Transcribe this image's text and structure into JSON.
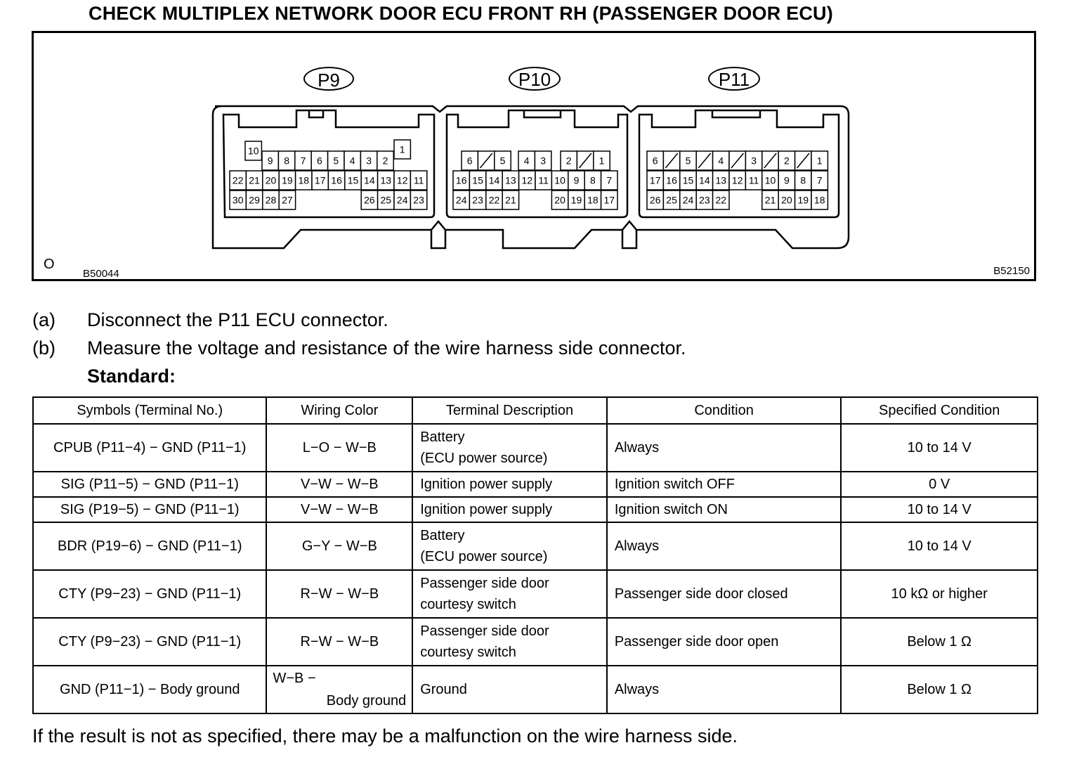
{
  "title": "CHECK MULTIPLEX NETWORK DOOR ECU FRONT RH (PASSENGER DOOR ECU)",
  "figure": {
    "left_code": "B50044",
    "right_code": "B52150",
    "corner_mark": "O",
    "connectors": [
      {
        "label": "P9",
        "row1": [
          "10",
          "",
          "",
          "",
          "",
          "",
          "",
          "",
          "",
          "1"
        ],
        "row2": [
          "9",
          "8",
          "7",
          "6",
          "5",
          "4",
          "3",
          "2"
        ],
        "row3": [
          "22",
          "21",
          "20",
          "19",
          "18",
          "17",
          "16",
          "15",
          "14",
          "13",
          "12",
          "11"
        ],
        "row4": [
          "30",
          "29",
          "28",
          "27",
          "26",
          "25",
          "24",
          "23"
        ]
      },
      {
        "label": "P10",
        "row2": [
          "6",
          "/",
          "5",
          "4",
          "3",
          "2",
          "/",
          "1"
        ],
        "row3": [
          "16",
          "15",
          "14",
          "13",
          "12",
          "11",
          "10",
          "9",
          "8",
          "7"
        ],
        "row4": [
          "24",
          "23",
          "22",
          "21",
          "20",
          "19",
          "18",
          "17"
        ]
      },
      {
        "label": "P11",
        "row2": [
          "6",
          "/",
          "5",
          "/",
          "4",
          "/",
          "3",
          "/",
          "2",
          "/",
          "1"
        ],
        "row3": [
          "17",
          "16",
          "15",
          "14",
          "13",
          "12",
          "11",
          "10",
          "9",
          "8",
          "7"
        ],
        "row4": [
          "26",
          "25",
          "24",
          "23",
          "22",
          "21",
          "20",
          "19",
          "18"
        ]
      }
    ]
  },
  "steps": [
    {
      "mark": "(a)",
      "text": "Disconnect the P11 ECU connector."
    },
    {
      "mark": "(b)",
      "text": "Measure the voltage and resistance of the wire harness side connector."
    }
  ],
  "standard_label": "Standard:",
  "table": {
    "headers": [
      "Symbols (Terminal No.)",
      "Wiring Color",
      "Terminal Description",
      "Condition",
      "Specified Condition"
    ],
    "rows": [
      {
        "symbols": "CPUB (P11−4) − GND (P11−1)",
        "wiring": "L−O − W−B",
        "desc1": "Battery",
        "desc2": "(ECU power source)",
        "condition": "Always",
        "spec": "10 to 14 V"
      },
      {
        "symbols": "SIG (P11−5) − GND (P11−1)",
        "wiring": "V−W − W−B",
        "desc1": "Ignition power supply",
        "desc2": "",
        "condition": "Ignition switch OFF",
        "spec": "0 V"
      },
      {
        "symbols": "SIG (P19−5) − GND (P11−1)",
        "wiring": "V−W − W−B",
        "desc1": "Ignition power supply",
        "desc2": "",
        "condition": "Ignition switch ON",
        "spec": "10 to 14 V"
      },
      {
        "symbols": "BDR (P19−6) − GND (P11−1)",
        "wiring": "G−Y − W−B",
        "desc1": "Battery",
        "desc2": "(ECU power source)",
        "condition": "Always",
        "spec": "10 to 14 V"
      },
      {
        "symbols": "CTY (P9−23) − GND (P11−1)",
        "wiring": "R−W − W−B",
        "desc1": "Passenger side door",
        "desc2": "courtesy switch",
        "condition": "Passenger side door closed",
        "spec": "10 kΩ or higher"
      },
      {
        "symbols": "CTY (P9−23) − GND (P11−1)",
        "wiring": "R−W − W−B",
        "desc1": "Passenger side door",
        "desc2": "courtesy switch",
        "condition": "Passenger side door open",
        "spec": "Below 1 Ω"
      },
      {
        "symbols": "GND (P11−1) − Body ground",
        "wiring1": "W−B −",
        "wiring2": "Body ground",
        "desc1": "Ground",
        "desc2": "",
        "condition": "Always",
        "spec": "Below 1 Ω"
      }
    ]
  },
  "footer": "If the result is not as specified, there may be a malfunction on the wire harness side."
}
